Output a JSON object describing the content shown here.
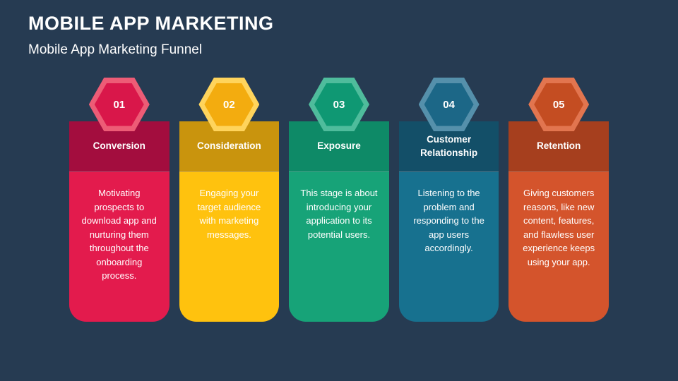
{
  "slide": {
    "title": "MOBILE APP MARKETING",
    "subtitle": "Mobile App Marketing Funnel",
    "background_color": "#263B52",
    "text_color": "#FFFFFF"
  },
  "columns": [
    {
      "number": "01",
      "title": "Conversion",
      "description": "Motivating prospects to download app and nurturing them throughout the onboarding process.",
      "colors": {
        "hex_outer": "#ED5C76",
        "hex_inner": "#D9174A",
        "header": "#A30D3E",
        "body": "#E31B4D"
      }
    },
    {
      "number": "02",
      "title": "Consideration",
      "description": "Engaging your target audience with marketing messages.",
      "colors": {
        "hex_outer": "#FFD45C",
        "hex_inner": "#F3AC0F",
        "header": "#C9940D",
        "body": "#FFC20E"
      }
    },
    {
      "number": "03",
      "title": "Exposure",
      "description": "This stage is about introducing your application to its potential users.",
      "colors": {
        "hex_outer": "#4FBC9C",
        "hex_inner": "#0F9873",
        "header": "#0E8A67",
        "body": "#17A378"
      }
    },
    {
      "number": "04",
      "title": "Customer Relationship",
      "description": "Listening to the problem and responding to the app users accordingly.",
      "colors": {
        "hex_outer": "#5590AB",
        "hex_inner": "#1C6787",
        "header": "#134F68",
        "body": "#17718F"
      }
    },
    {
      "number": "05",
      "title": "Retention",
      "description": "Giving customers reasons, like new content, features, and flawless user experience keeps using your app.",
      "colors": {
        "hex_outer": "#E2754F",
        "hex_inner": "#C44D22",
        "header": "#A63F1E",
        "body": "#D4542C"
      }
    }
  ]
}
